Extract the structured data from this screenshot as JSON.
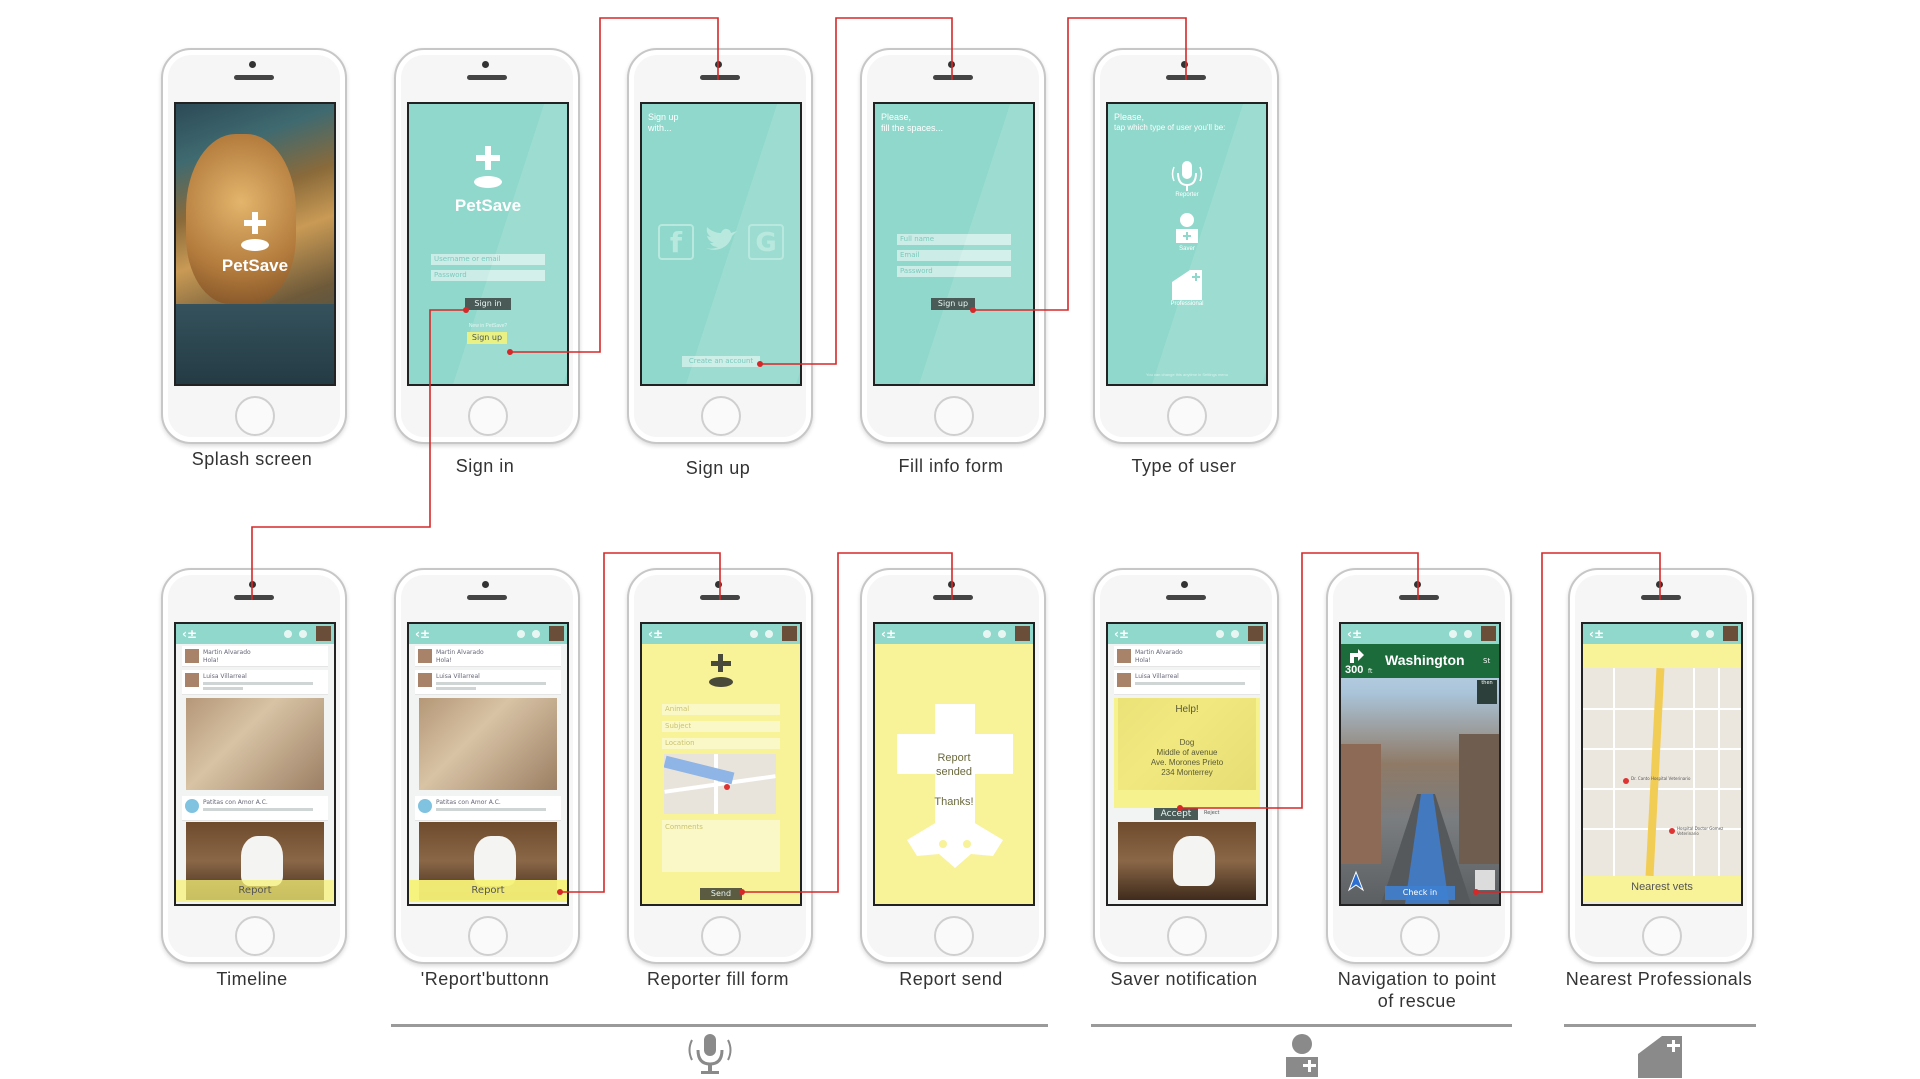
{
  "app": {
    "name": "PetSave"
  },
  "screens": {
    "splash": {
      "caption": "Splash screen",
      "logo": "PetSave"
    },
    "signin": {
      "caption": "Sign in",
      "logo": "PetSave",
      "username_placeholder": "Username or email",
      "password_placeholder": "Password",
      "signin_label": "Sign in",
      "newuser_text": "New in PetSave?",
      "signup_label": "Sign up"
    },
    "signup": {
      "caption": "Sign up",
      "heading_line1": "Sign up",
      "heading_line2": "with...",
      "create_account": "Create an account"
    },
    "fillinfo": {
      "caption": "Fill info form",
      "heading_line1": "Please,",
      "heading_line2": "fill the spaces...",
      "fullname": "Full name",
      "email": "Email",
      "password": "Password",
      "signup_label": "Sign up"
    },
    "usertype": {
      "caption": "Type of user",
      "heading_line1": "Please,",
      "heading_line2": "tap which type of user you'll be:",
      "reporter": "Reporter",
      "saver": "Saver",
      "professional": "Professional",
      "footnote": "You can change this anytime in Settings menu"
    },
    "timeline": {
      "caption": "Timeline",
      "post1_name": "Martin Alvarado",
      "post1_text": "Hola!",
      "post2_name": "Luisa Villarreal",
      "post3_name": "Patitas con Amor A.C.",
      "report_label": "Report"
    },
    "reportbutton": {
      "caption": "'Report'buttonn",
      "post1_name": "Martin Alvarado",
      "post1_text": "Hola!",
      "post2_name": "Luisa Villarreal",
      "post3_name": "Patitas con Amor A.C.",
      "report_label": "Report"
    },
    "reporterform": {
      "caption": "Reporter fill form",
      "animal": "Animal",
      "subject": "Subject",
      "location": "Location",
      "comments": "Comments",
      "send_label": "Send"
    },
    "reportsend": {
      "caption": "Report send",
      "line1": "Report",
      "line2": "sended",
      "thanks": "Thanks!"
    },
    "savernotif": {
      "caption": "Saver notification",
      "post1_name": "Martin Alvarado",
      "post1_text": "Hola!",
      "post2_name": "Luisa Villarreal",
      "help": "Help!",
      "d1": "Dog",
      "d2": "Middle of avenue",
      "d3": "Ave. Morones Prieto",
      "d4": "234 Monterrey",
      "accept_label": "Accept",
      "reject_label": "Reject"
    },
    "navigation": {
      "caption_line1": "Navigation to point",
      "caption_line2": "of rescue",
      "distance": "300",
      "distance_unit": "ft",
      "street": "Washington",
      "street_suffix": "St",
      "checkin_label": "Check in",
      "then_label": "then"
    },
    "nearest": {
      "caption": "Nearest Professionals",
      "vets_label": "Nearest vets",
      "map_label1": "Dr. Canto Hospital Veterinario",
      "map_label2": "Hospital Doctor Gomez Veterinario"
    }
  },
  "colors": {
    "teal": "#8fd8cb",
    "yellow": "#f8f299",
    "connector": "#d62828",
    "divider": "#9a9a9a"
  },
  "icons": [
    "plus-paw-logo-icon",
    "facebook-icon",
    "twitter-icon",
    "google-icon",
    "microphone-icon",
    "saver-person-icon",
    "professional-building-icon",
    "turn-right-arrow-icon",
    "compass-arrow-icon",
    "car-icon"
  ]
}
